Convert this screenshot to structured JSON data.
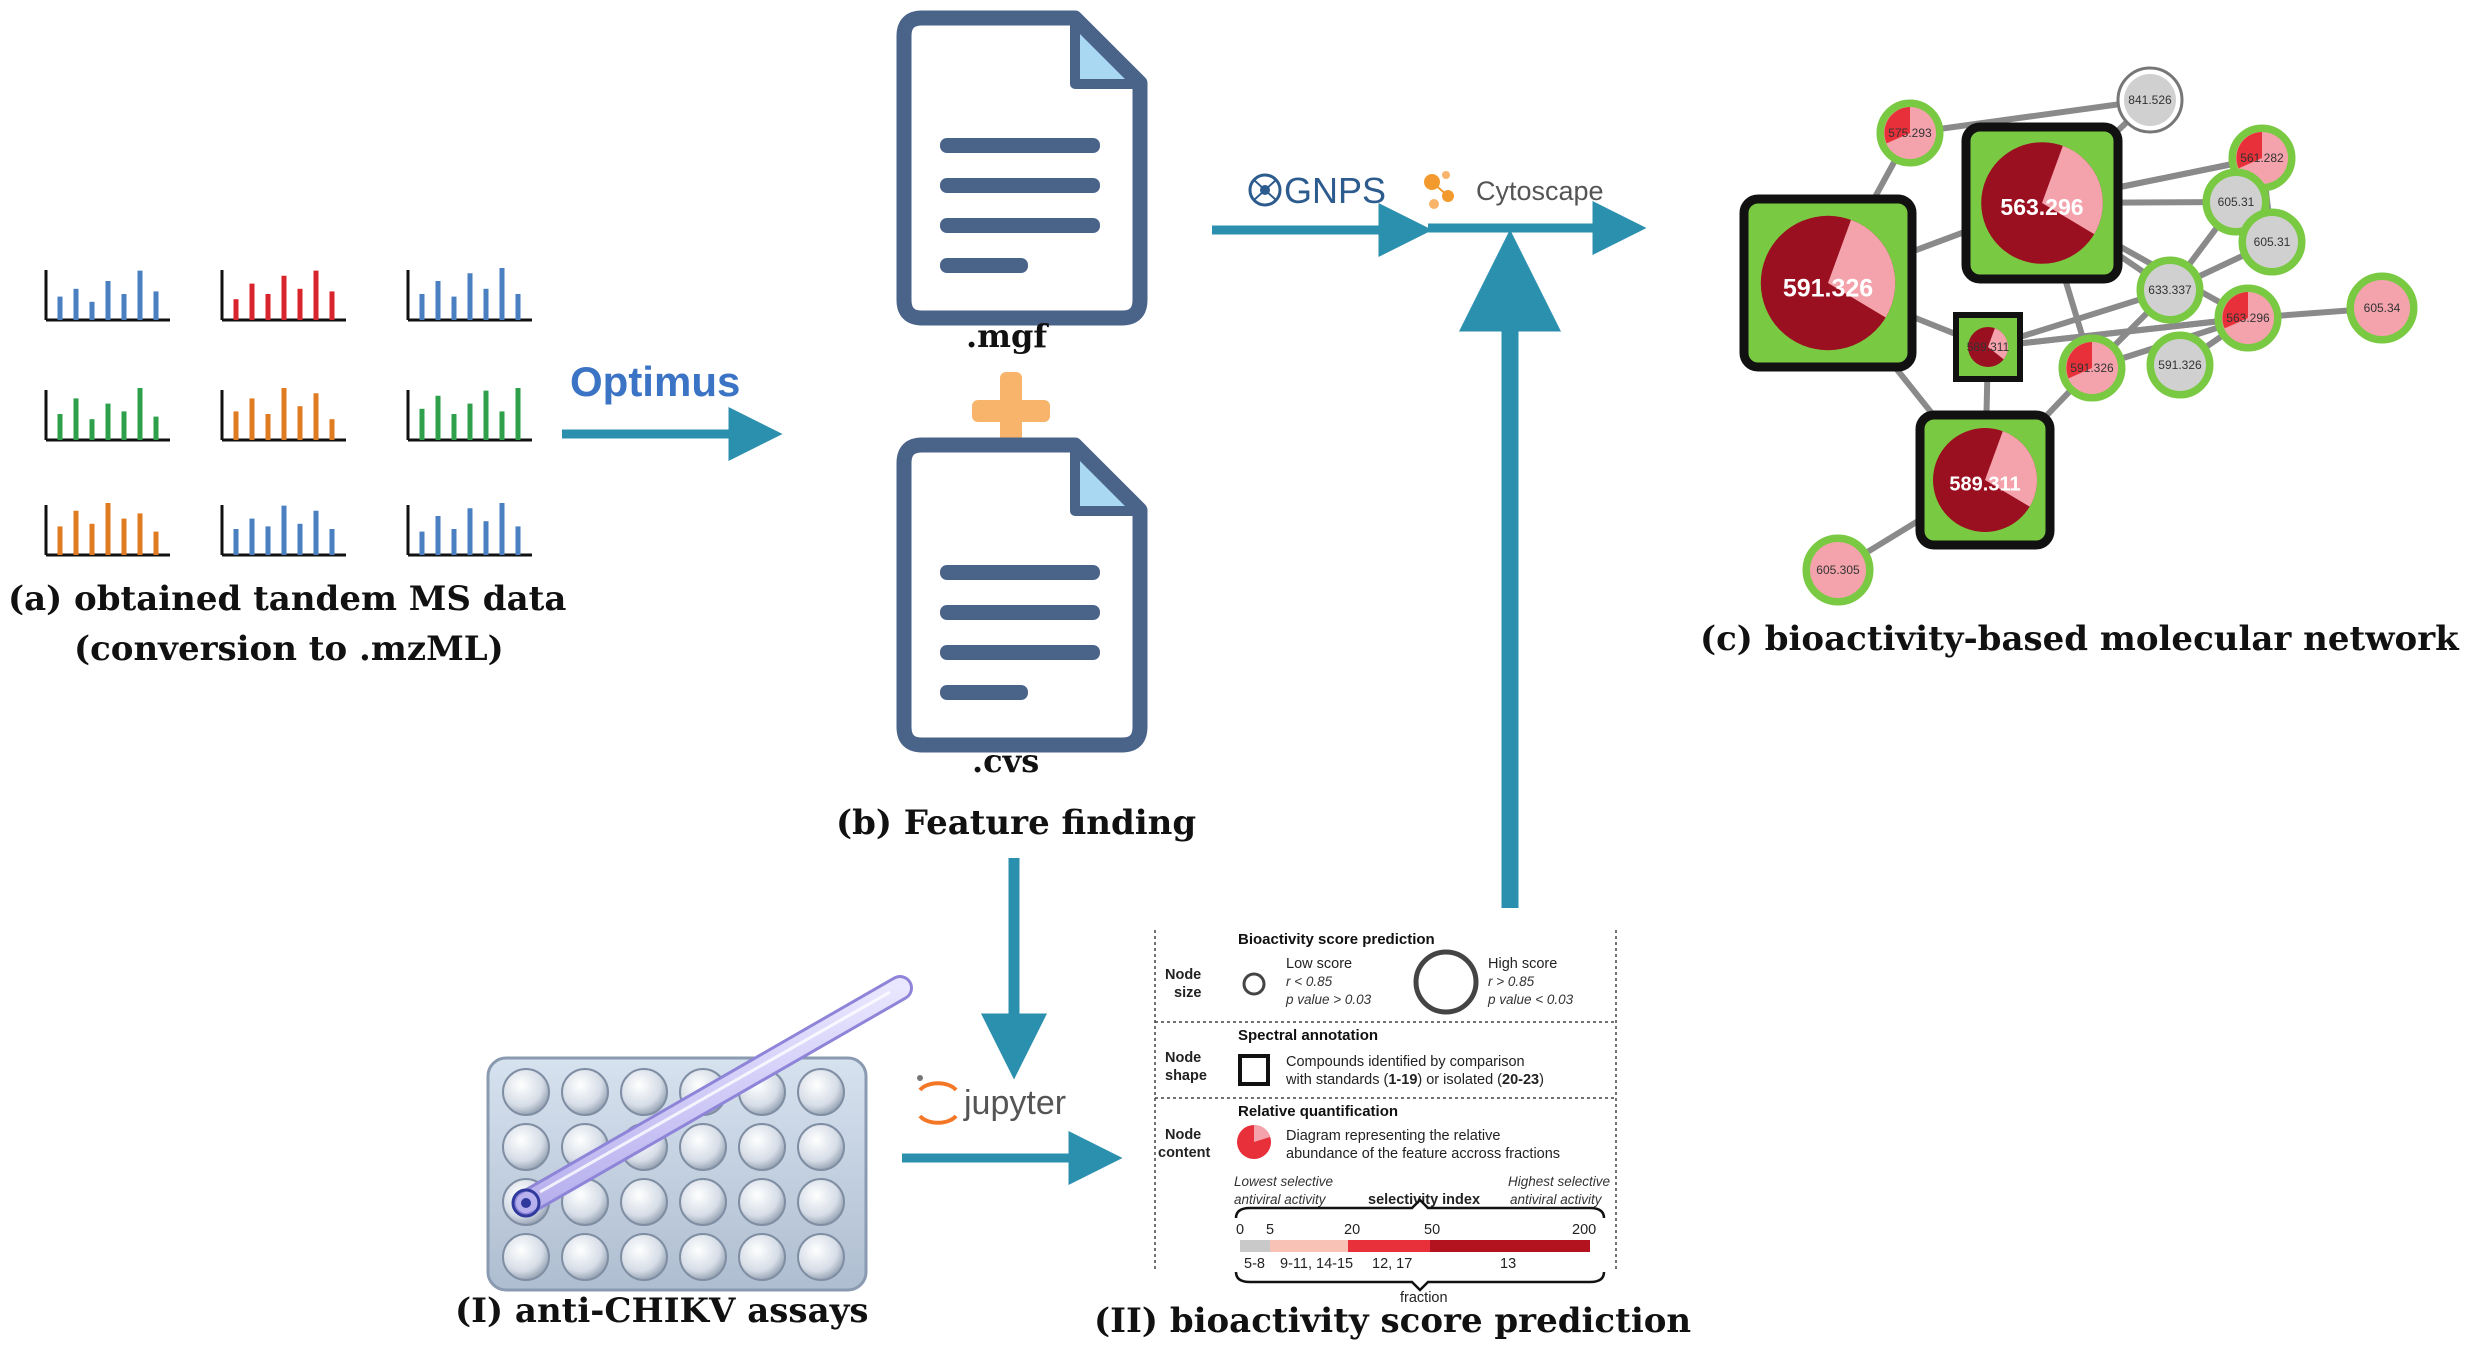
{
  "tools": {
    "optimus": "Optimus",
    "gnps": "GNPS",
    "cytoscape": "Cytoscape",
    "jupyter": "jupyter"
  },
  "files": {
    "mgf": ".mgf",
    "cvs": ".cvs"
  },
  "captions": {
    "a_line1": "(a) obtained tandem MS data",
    "a_line2": "(conversion to .mzML)",
    "b": "(b) Feature finding",
    "c": "(c) bioactivity-based molecular network",
    "I": "(I) anti-CHIKV assays",
    "II": "(II) bioactivity score prediction"
  },
  "spectra_colors": [
    "#4a7fc1",
    "#d9242b",
    "#4a7fc1",
    "#2ea04b",
    "#e07b22",
    "#2ea04b",
    "#e07b22",
    "#4a7fc1",
    "#4a7fc1"
  ],
  "colors": {
    "arrow": "#2b8fae",
    "plus": "#f7b46a",
    "doc_border": "#4a6389",
    "doc_fold": "#a9d9f2",
    "node_green": "#7ac943",
    "pie_dark": "#9b1020",
    "pie_light": "#f4a3ad",
    "pie_mid": "#e8303a"
  },
  "network": {
    "big_nodes": [
      "591.326",
      "563.296",
      "589.311"
    ],
    "small_nodes": [
      "575.293",
      "841.526",
      "561.282",
      "605.31",
      "605.31",
      "633.337",
      "589.311",
      "591.326",
      "563.296",
      "591.326",
      "605.34",
      "605.305"
    ]
  },
  "legend": {
    "size_label_1": "Node",
    "size_label_2": "size",
    "size_title": "Bioactivity score prediction",
    "low_title": "Low score",
    "low_r": "r < 0.85",
    "low_p": "p value > 0.03",
    "high_title": "High score",
    "high_r": "r > 0.85",
    "high_p": "p value < 0.03",
    "shape_label_1": "Node",
    "shape_label_2": "shape",
    "shape_title": "Spectral annotation",
    "shape_line1": "Compounds identified by comparison",
    "shape_line2_a": "with standards (",
    "shape_line2_b": "1-19",
    "shape_line2_c": ") or isolated (",
    "shape_line2_d": "20-23",
    "shape_line2_e": ")",
    "content_label_1": "Node",
    "content_label_2": "content",
    "content_title": "Relative quantification",
    "content_line1": "Diagram representing the relative",
    "content_line2": "abundance of the feature accross fractions",
    "low_sel_1": "Lowest selective",
    "low_sel_2": "antiviral activity",
    "sel_index": "selectivity index",
    "high_sel_1": "Highest selective",
    "high_sel_2": "antiviral activity",
    "ticks": [
      "0",
      "5",
      "20",
      "50",
      "200"
    ],
    "fractions": [
      "5-8",
      "9-11, 14-15",
      "12, 17",
      "13"
    ],
    "fraction_label": "fraction"
  }
}
